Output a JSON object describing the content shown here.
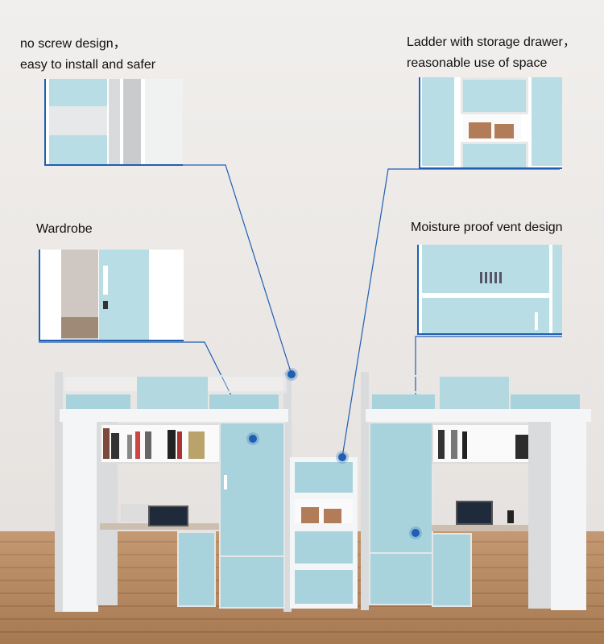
{
  "labels": {
    "screw": [
      "no screw design，",
      "easy to install and safer"
    ],
    "ladder": [
      "Ladder with storage drawer，",
      "reasonable use of space"
    ],
    "wardrobe": "Wardrobe",
    "vent": "Moisture proof vent design"
  },
  "colors": {
    "cabinet_blue": "#a9d3dc",
    "frame_white": "#e8eaec",
    "callout_line": "#1e5fb4",
    "floor_wood": "#b9875a"
  }
}
